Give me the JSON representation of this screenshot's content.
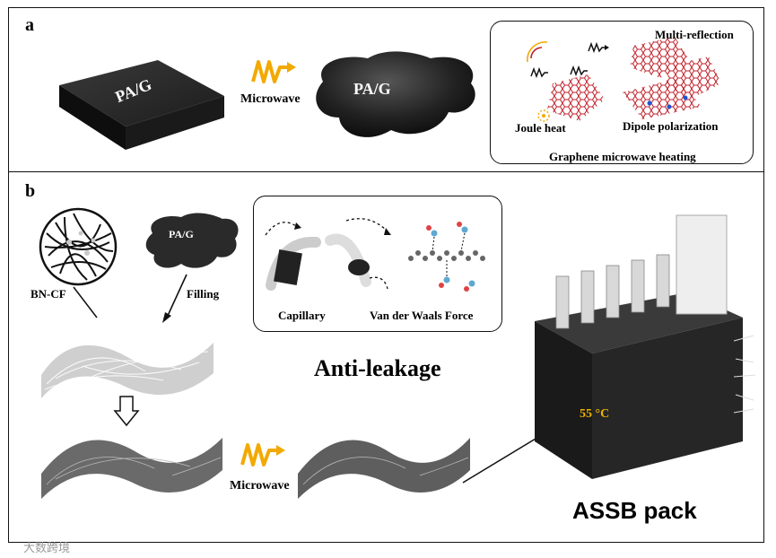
{
  "panel_a": {
    "label": "a",
    "block_text": "PA/G",
    "melt_text": "PA/G",
    "microwave_label": "Microwave",
    "mechanism": {
      "multi_reflection": "Multi-reflection",
      "joule_heat": "Joule heat",
      "dipole_polarization": "Dipole polarization",
      "caption": "Graphene microwave heating"
    }
  },
  "panel_b": {
    "label": "b",
    "bncf_label": "BN-CF",
    "filling_label": "Filling",
    "melt_text": "PA/G",
    "capillary_label": "Capillary",
    "vdw_label": "Van der Waals Force",
    "antileak_label": "Anti-leakage",
    "microwave_label": "Microwave",
    "temperature_label": "55 °C",
    "pack_label": "ASSB pack"
  },
  "watermark": "大数跨境",
  "colors": {
    "microwave_wave": "#f2a900",
    "temperature_text": "#f0b400",
    "graphene_red": "#c0202a"
  }
}
